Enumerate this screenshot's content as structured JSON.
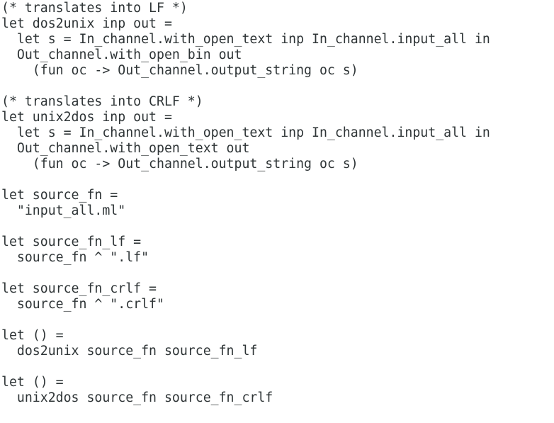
{
  "editor": {
    "lines": [
      "(* translates into LF *)",
      "let dos2unix inp out =",
      "  let s = In_channel.with_open_text inp In_channel.input_all in",
      "  Out_channel.with_open_bin out",
      "    (fun oc -> Out_channel.output_string oc s)",
      "",
      "(* translates into CRLF *)",
      "let unix2dos inp out =",
      "  let s = In_channel.with_open_text inp In_channel.input_all in",
      "  Out_channel.with_open_text out",
      "    (fun oc -> Out_channel.output_string oc s)",
      "",
      "let source_fn =",
      "  \"input_all.ml\"",
      "",
      "let source_fn_lf =",
      "  source_fn ^ \".lf\"",
      "",
      "let source_fn_crlf =",
      "  source_fn ^ \".crlf\"",
      "",
      "let () =",
      "  dos2unix source_fn source_fn_lf",
      "",
      "let () =",
      "  unix2dos source_fn source_fn_crlf"
    ]
  }
}
